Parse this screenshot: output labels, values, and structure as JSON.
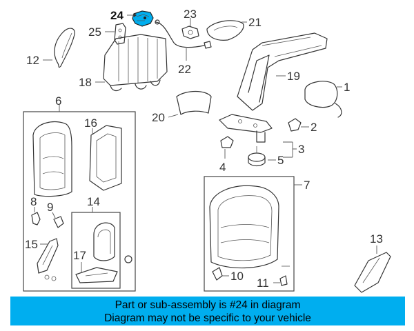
{
  "callouts": {
    "c1": "1",
    "c2": "2",
    "c3": "3",
    "c4": "4",
    "c5": "5",
    "c6": "6",
    "c7": "7",
    "c8": "8",
    "c9": "9",
    "c10": "10",
    "c11": "11",
    "c12": "12",
    "c13": "13",
    "c14": "14",
    "c15": "15",
    "c16": "16",
    "c17": "17",
    "c18": "18",
    "c19": "19",
    "c20": "20",
    "c21": "21",
    "c22": "22",
    "c23": "23",
    "c24": "24",
    "c25": "25"
  },
  "highlight": {
    "part": "24",
    "color": "#00aeef"
  },
  "banner": {
    "line1": "Part or sub-assembly is #24 in diagram",
    "line2": "Diagram may not be specific to your vehicle",
    "color": "#00aeef"
  }
}
